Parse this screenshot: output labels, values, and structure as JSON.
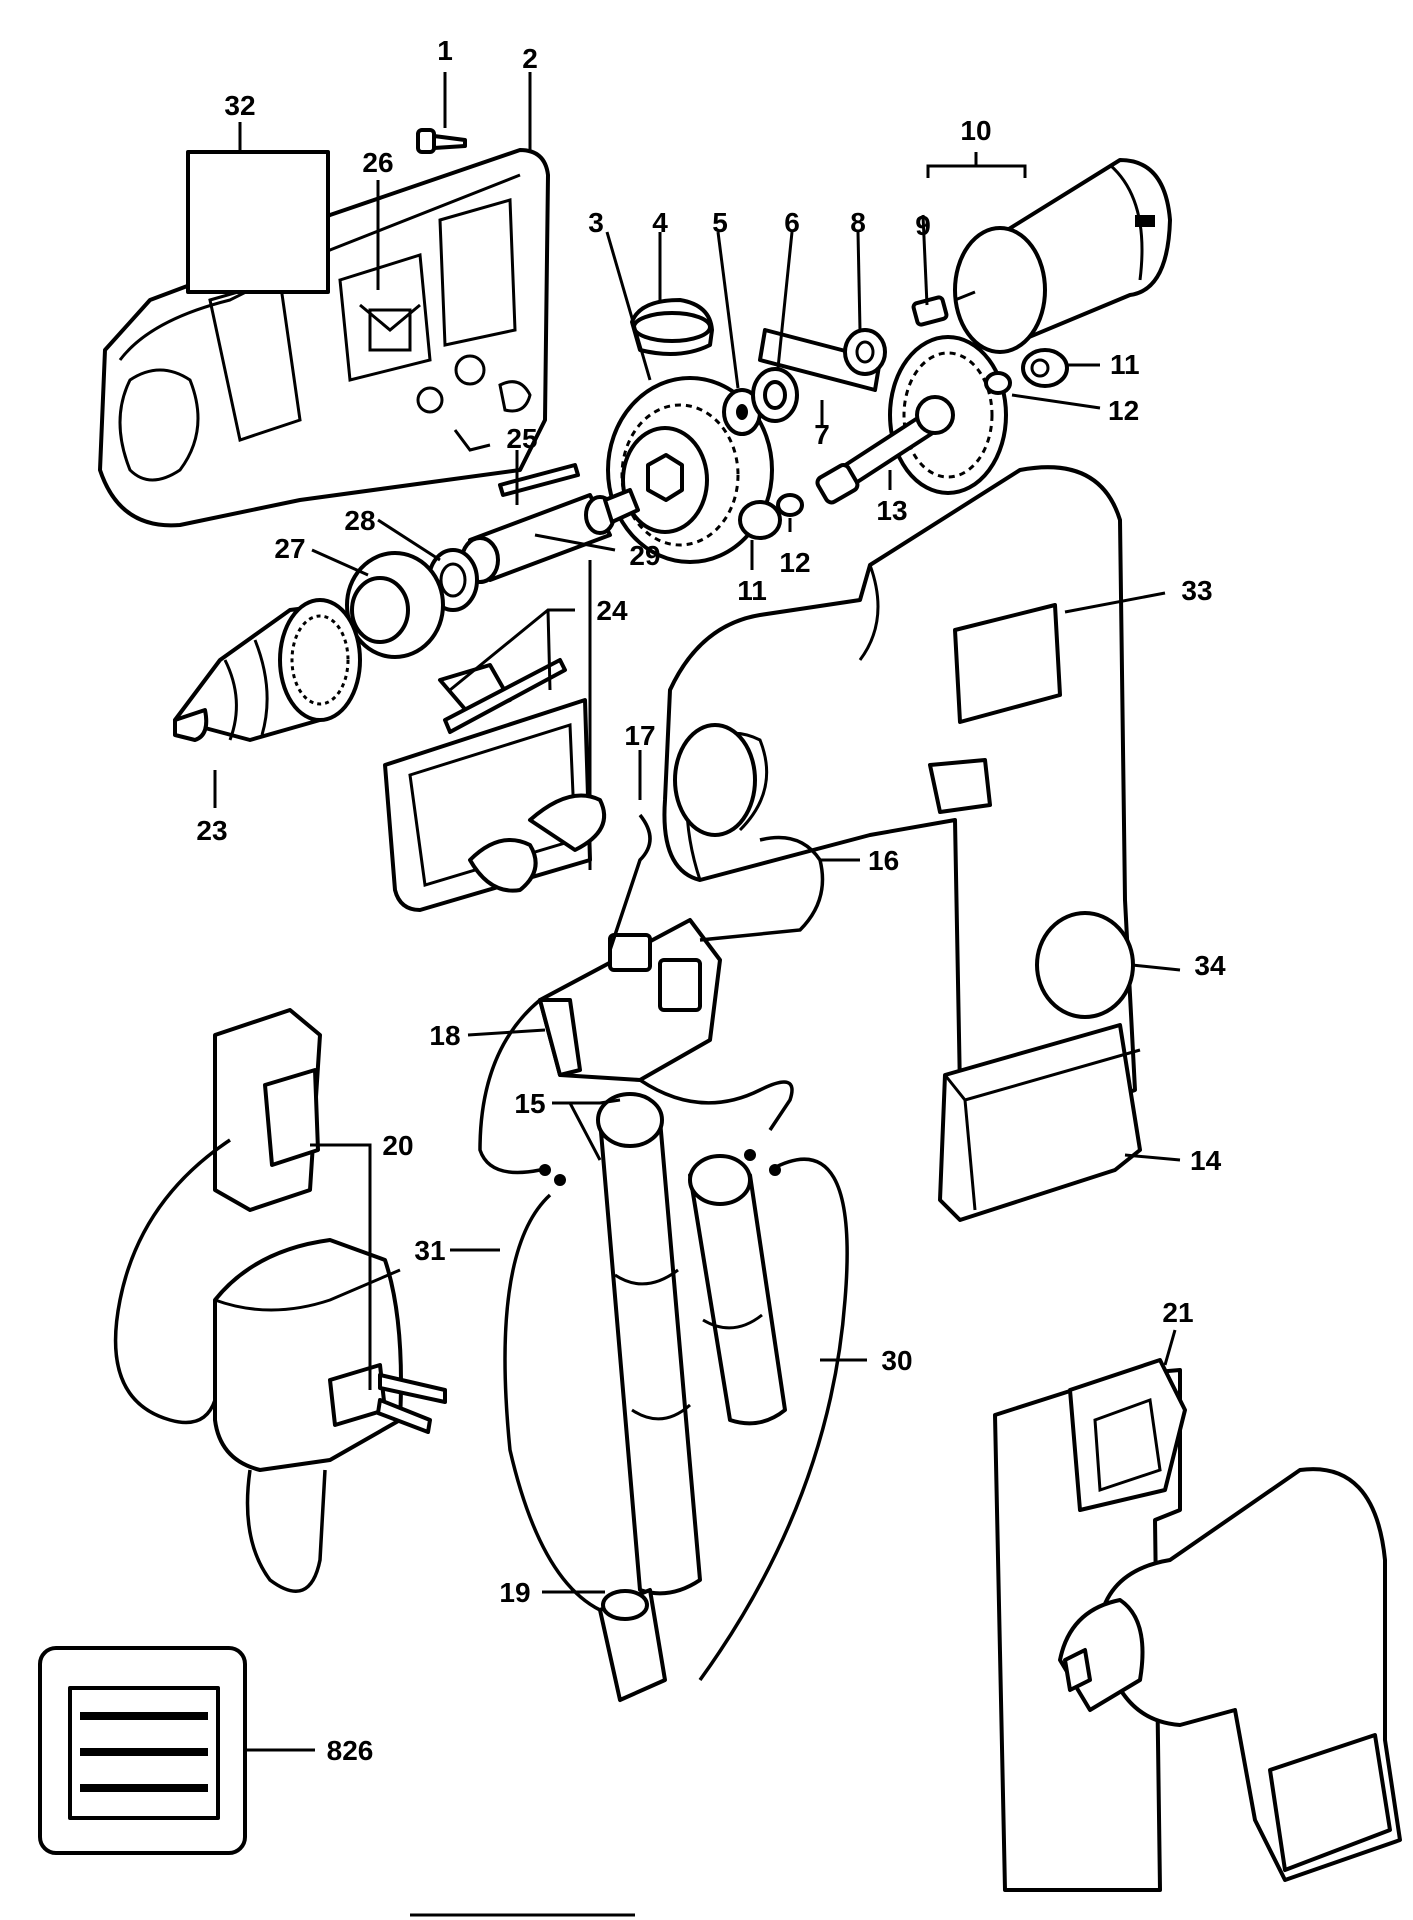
{
  "callouts": [
    {
      "id": "1",
      "label": "1"
    },
    {
      "id": "2",
      "label": "2"
    },
    {
      "id": "3",
      "label": "3"
    },
    {
      "id": "4",
      "label": "4"
    },
    {
      "id": "5",
      "label": "5"
    },
    {
      "id": "6",
      "label": "6"
    },
    {
      "id": "7",
      "label": "7"
    },
    {
      "id": "8",
      "label": "8"
    },
    {
      "id": "9",
      "label": "9"
    },
    {
      "id": "10",
      "label": "10"
    },
    {
      "id": "11a",
      "label": "11"
    },
    {
      "id": "11b",
      "label": "11"
    },
    {
      "id": "12a",
      "label": "12"
    },
    {
      "id": "12b",
      "label": "12"
    },
    {
      "id": "13",
      "label": "13"
    },
    {
      "id": "14",
      "label": "14"
    },
    {
      "id": "15",
      "label": "15"
    },
    {
      "id": "16",
      "label": "16"
    },
    {
      "id": "17",
      "label": "17"
    },
    {
      "id": "18",
      "label": "18"
    },
    {
      "id": "19",
      "label": "19"
    },
    {
      "id": "20",
      "label": "20"
    },
    {
      "id": "21",
      "label": "21"
    },
    {
      "id": "23",
      "label": "23"
    },
    {
      "id": "24",
      "label": "24"
    },
    {
      "id": "25",
      "label": "25"
    },
    {
      "id": "26",
      "label": "26"
    },
    {
      "id": "27",
      "label": "27"
    },
    {
      "id": "28",
      "label": "28"
    },
    {
      "id": "29",
      "label": "29"
    },
    {
      "id": "30",
      "label": "30"
    },
    {
      "id": "31",
      "label": "31"
    },
    {
      "id": "32",
      "label": "32"
    },
    {
      "id": "33",
      "label": "33"
    },
    {
      "id": "34",
      "label": "34"
    },
    {
      "id": "826",
      "label": "826"
    }
  ],
  "colors": {
    "ink": "#000000",
    "paper": "#ffffff"
  }
}
